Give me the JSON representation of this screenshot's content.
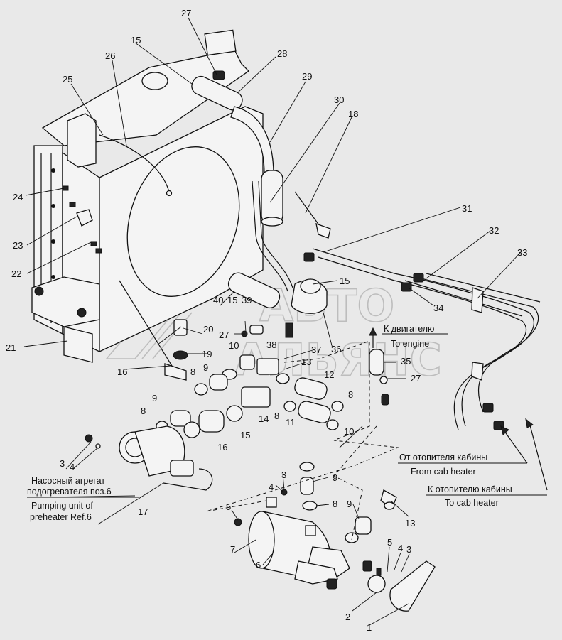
{
  "watermark": {
    "line1": "АВТО",
    "line2": "АЛЬЯНС"
  },
  "callouts": {
    "n1": "1",
    "n2": "2",
    "n3a": "3",
    "n3b": "3",
    "n3c": "3",
    "n4a": "4",
    "n4b": "4",
    "n4c": "4",
    "n5a": "5",
    "n5b": "5",
    "n6": "6",
    "n7": "7",
    "n8a": "8",
    "n8b": "8",
    "n8c": "8",
    "n8d": "8",
    "n8e": "8",
    "n9a": "9",
    "n9b": "9",
    "n9c": "9",
    "n9d": "9",
    "n10a": "10",
    "n10b": "10",
    "n11": "11",
    "n12": "12",
    "n13a": "13",
    "n13b": "13",
    "n14": "14",
    "n15a": "15",
    "n15b": "15",
    "n15c": "15",
    "n15d": "15",
    "n16a": "16",
    "n16b": "16",
    "n17": "17",
    "n18": "18",
    "n19": "19",
    "n20": "20",
    "n21": "21",
    "n22": "22",
    "n23": "23",
    "n24": "24",
    "n25": "25",
    "n26": "26",
    "n27a": "27",
    "n27b": "27",
    "n27c": "27",
    "n28": "28",
    "n29": "29",
    "n30": "30",
    "n31": "31",
    "n32": "32",
    "n33": "33",
    "n34": "34",
    "n35": "35",
    "n36": "36",
    "n37": "37",
    "n38": "38",
    "n39": "39",
    "n40": "40"
  },
  "captions": {
    "to_engine_ru": "К двигателю",
    "to_engine_en": "To engine",
    "from_heater_ru": "От отопителя кабины",
    "from_heater_en": "From cab heater",
    "to_heater_ru": "К отопителю кабины",
    "to_heater_en": "To cab heater",
    "pump_ru_1": "Насосный агрегат",
    "pump_ru_2": "подогревателя поз.6",
    "pump_en_1": "Pumping unit of",
    "pump_en_2": "preheater Ref.6"
  }
}
